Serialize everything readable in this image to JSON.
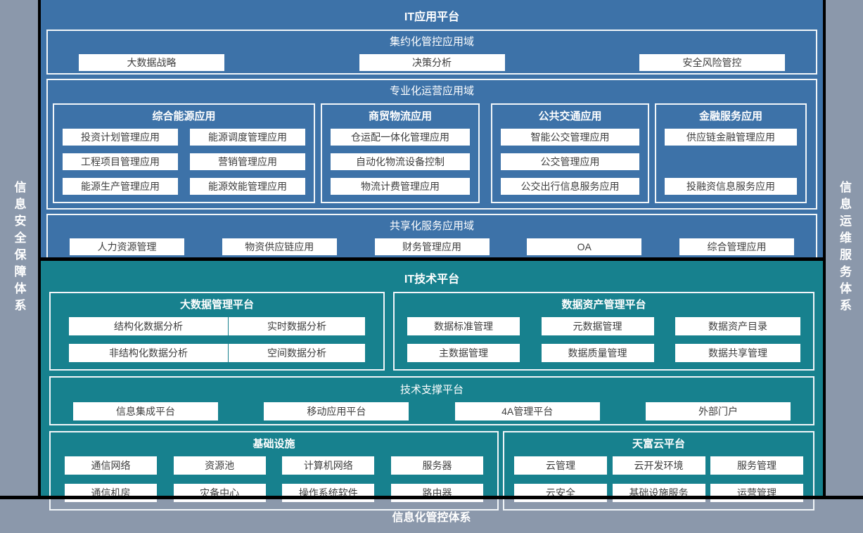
{
  "colors": {
    "background": "#8B98AB",
    "app_platform_blue": "#3D72A8",
    "tech_platform_teal": "#17818E",
    "frame_line": "#000000",
    "box_border": "#F2F6F9",
    "item_bg": "#FFFFFF",
    "item_text": "#3D3D3D",
    "title_text": "#FFFFFF"
  },
  "left_sidebar": {
    "label": "信息安全保障体系"
  },
  "right_sidebar": {
    "label": "信息运维服务体系"
  },
  "bottom_bar": {
    "label": "信息化管控体系"
  },
  "app_platform": {
    "title": "IT应用平台",
    "domains": [
      {
        "title": "集约化管控应用域",
        "buttons": [
          "大数据战略",
          "决策分析",
          "安全风险管控"
        ]
      },
      {
        "title": "专业化运营应用域",
        "groups": [
          {
            "title": "综合能源应用",
            "buttons": [
              "投资计划管理应用",
              "能源调度管理应用",
              "工程项目管理应用",
              "营销管理应用",
              "能源生产管理应用",
              "能源效能管理应用"
            ]
          },
          {
            "title": "商贸物流应用",
            "buttons": [
              "仓运配一体化管理应用",
              "自动化物流设备控制",
              "物流计费管理应用"
            ]
          },
          {
            "title": "公共交通应用",
            "buttons": [
              "智能公交管理应用",
              "公交管理应用",
              "公交出行信息服务应用"
            ]
          },
          {
            "title": "金融服务应用",
            "buttons": [
              "供应链金融管理应用",
              "投融资信息服务应用"
            ]
          }
        ]
      },
      {
        "title": "共享化服务应用域",
        "buttons": [
          "人力资源管理",
          "物资供应链应用",
          "财务管理应用",
          "OA",
          "综合管理应用"
        ]
      }
    ]
  },
  "tech_platform": {
    "title": "IT技术平台",
    "groups": [
      {
        "title": "大数据管理平台",
        "buttons": [
          "结构化数据分析",
          "实时数据分析",
          "非结构化数据分析",
          "空间数据分析"
        ]
      },
      {
        "title": "数据资产管理平台",
        "buttons": [
          "数据标准管理",
          "元数据管理",
          "数据资产目录",
          "主数据管理",
          "数据质量管理",
          "数据共享管理"
        ]
      },
      {
        "title": "技术支撑平台",
        "buttons": [
          "信息集成平台",
          "移动应用平台",
          "4A管理平台",
          "外部门户"
        ]
      },
      {
        "title": "基础设施",
        "buttons": [
          "通信网络",
          "资源池",
          "计算机网络",
          "服务器",
          "通信机房",
          "灾备中心",
          "操作系统软件",
          "路由器"
        ]
      },
      {
        "title": "天富云平台",
        "buttons": [
          "云管理",
          "云开发环境",
          "服务管理",
          "云安全",
          "基础设施服务",
          "运营管理"
        ]
      }
    ]
  }
}
